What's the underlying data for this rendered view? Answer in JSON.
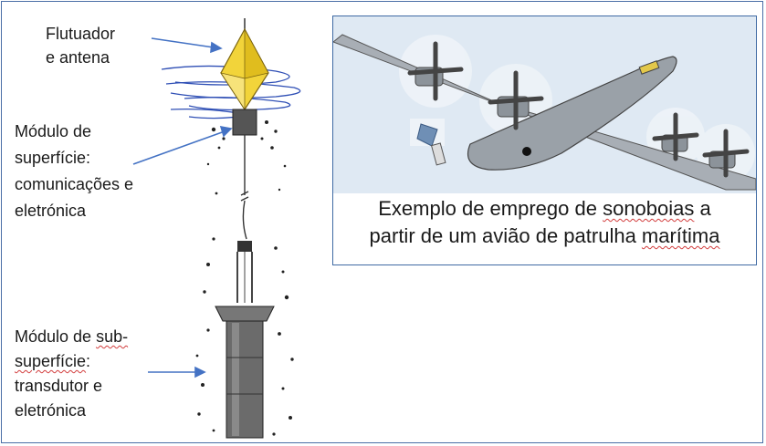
{
  "labels": {
    "float": [
      "Flutuador",
      "e antena"
    ],
    "surface": [
      "Módulo de",
      "superfície:",
      "comunicações e",
      "eletrónica"
    ],
    "subsurface": {
      "line1_prefix": "Módulo de ",
      "line1_marked": "sub-",
      "line2_marked": "superfície",
      "line2_suffix": ":",
      "line3": "transdutor e",
      "line4": "eletrónica"
    }
  },
  "caption": {
    "line1_prefix": "Exemplo de emprego de ",
    "line1_marked": "sonoboias",
    "line1_suffix": " a",
    "line2_prefix": "partir de um avião de patrulha ",
    "line2_marked": "marítima"
  },
  "colors": {
    "border": "#3f6aa3",
    "arrow": "#4472c4",
    "float_fill": "#f2d43a",
    "sky": "#dfe9f3",
    "plane": "#9aa1a8",
    "spellcheck": "#d23c3c"
  },
  "icons": [
    "arrow-right-icon",
    "sonobuoy-illustration",
    "aircraft-illustration"
  ]
}
